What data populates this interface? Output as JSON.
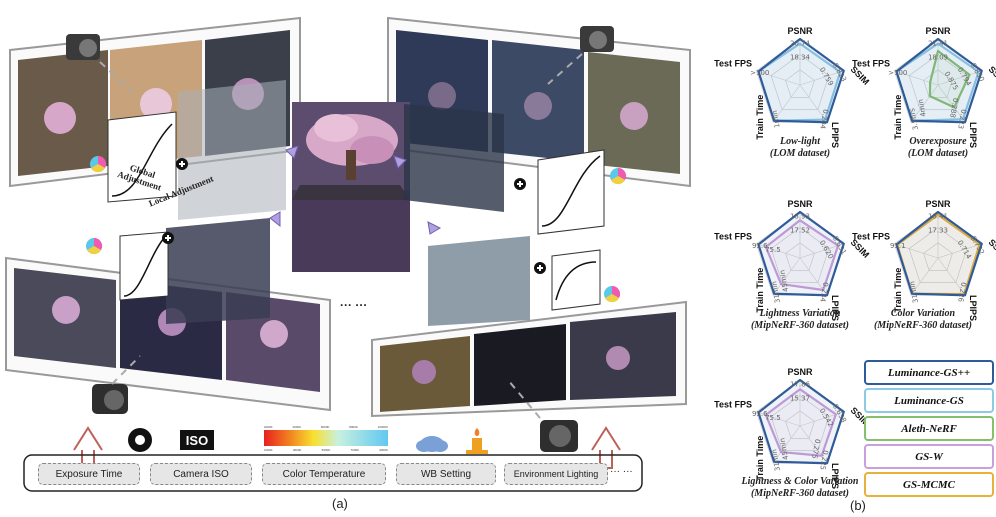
{
  "panel_a": {
    "label": "(a)",
    "annotations": {
      "global": "Global Adjustment",
      "local": "Local Adjustment",
      "ellipsis": "··· ···"
    },
    "factors": [
      "Exposure Time",
      "Camera ISO",
      "Color Temperature",
      "WB Setting",
      "Environment Lighting"
    ],
    "factors_more": "··· ···",
    "iso_label": "ISO",
    "colorbar_ticks_top": [
      "2000K",
      "4000K",
      "6000K",
      "8000K",
      "10000K"
    ],
    "colorbar_ticks_bottom": [
      "1000K",
      "3000K",
      "5000K",
      "7000K",
      "9000K"
    ]
  },
  "panel_b": {
    "label": "(b)",
    "axes": [
      "PSNR",
      "SSIM",
      "LPIPS",
      "Train Time",
      "Test FPS"
    ]
  },
  "legend": [
    {
      "name": "Luminance-GS++",
      "color": "#2f5b9a"
    },
    {
      "name": "Luminance-GS",
      "color": "#8ec9e6"
    },
    {
      "name": "Aleth-NeRF",
      "color": "#86c06c"
    },
    {
      "name": "GS-W",
      "color": "#c9a0dc"
    },
    {
      "name": "GS-MCMC",
      "color": "#e8b13b"
    }
  ],
  "chart_data": [
    {
      "type": "radar",
      "title": "Low-light (LOM dataset)",
      "title_lines": [
        "Low-light",
        "(LOM dataset)"
      ],
      "axes": [
        "PSNR",
        "SSIM",
        "LPIPS",
        "Train Time",
        "Test FPS"
      ],
      "tick_labels": {
        "PSNR": [
          "20.74",
          "18.34"
        ],
        "SSIM": [
          "0.823",
          "0.759"
        ],
        "LPIPS": [
          "0.204"
        ],
        "Train Time": [
          "1min"
        ],
        "Test FPS": [
          ">100"
        ]
      },
      "series": [
        {
          "name": "Luminance-GS++",
          "values": [
            1.0,
            1.0,
            1.0,
            0.96,
            0.95
          ]
        },
        {
          "name": "Luminance-GS",
          "values": [
            0.9,
            0.92,
            0.93,
            0.96,
            0.95
          ]
        }
      ]
    },
    {
      "type": "radar",
      "title": "Overexposure (LOM dataset)",
      "title_lines": [
        "Overexposure",
        "(LOM dataset)"
      ],
      "axes": [
        "PSNR",
        "SSIM",
        "LPIPS",
        "Train Time",
        "Test FPS"
      ],
      "tick_labels": {
        "PSNR": [
          "21.41",
          "18.09"
        ],
        "SSIM": [
          "0.850",
          "0.794",
          "0.875"
        ],
        "LPIPS": [
          "0.223",
          "0.288"
        ],
        "Train Time": [
          "3.5hrs",
          "4min"
        ],
        "Test FPS": [
          ">100"
        ]
      },
      "series": [
        {
          "name": "Luminance-GS++",
          "values": [
            1.0,
            1.0,
            1.0,
            0.96,
            0.95
          ]
        },
        {
          "name": "Luminance-GS",
          "values": [
            0.9,
            0.93,
            0.92,
            0.96,
            0.95
          ]
        },
        {
          "name": "Aleth-NeRF",
          "values": [
            0.74,
            0.72,
            0.6,
            0.3,
            0.18
          ]
        }
      ]
    },
    {
      "type": "radar",
      "title": "Lightness Variation (MipNeRF-360 dataset)",
      "title_lines": [
        "Lightness Variation",
        "(MipNeRF-360 dataset)"
      ],
      "axes": [
        "PSNR",
        "SSIM",
        "LPIPS",
        "Train Time",
        "Test FPS"
      ],
      "tick_labels": {
        "PSNR": [
          "18.93",
          "17.52"
        ],
        "SSIM": [
          "0.631",
          "0.620"
        ],
        "LPIPS": [
          "0.234"
        ],
        "Train Time": [
          "31min",
          "45min"
        ],
        "Test FPS": [
          "93.6",
          "75.5"
        ]
      },
      "series": [
        {
          "name": "Luminance-GS++",
          "values": [
            1.0,
            1.0,
            1.0,
            0.96,
            0.95
          ]
        },
        {
          "name": "GS-W",
          "values": [
            0.82,
            0.87,
            0.86,
            0.7,
            0.78
          ]
        }
      ]
    },
    {
      "type": "radar",
      "title": "Color Variation (MipNeRF-360 dataset)",
      "title_lines": [
        "Color Variation",
        "(MipNeRF-360 dataset)"
      ],
      "axes": [
        "PSNR",
        "SSIM",
        "LPIPS",
        "Train Time",
        "Test FPS"
      ],
      "tick_labels": {
        "PSNR": [
          "18.41",
          "17.33"
        ],
        "SSIM": [
          "0.732",
          "0.714"
        ],
        "LPIPS": [
          "0.226"
        ],
        "Train Time": [
          "31min"
        ],
        "Test FPS": [
          "93.1"
        ]
      },
      "series": [
        {
          "name": "Luminance-GS++",
          "values": [
            1.0,
            1.0,
            1.0,
            0.96,
            0.95
          ]
        },
        {
          "name": "GS-MCMC",
          "values": [
            0.94,
            0.95,
            0.97,
            0.96,
            0.93
          ]
        }
      ]
    },
    {
      "type": "radar",
      "title": "Lightness & Color Variation (MipNeRF-360 dataset)",
      "title_lines": [
        "Lightness & Color Variation",
        "(MipNeRF-360 dataset)"
      ],
      "axes": [
        "PSNR",
        "SSIM",
        "LPIPS",
        "Train Time",
        "Test FPS"
      ],
      "tick_labels": {
        "PSNR": [
          "17.86",
          "15.37"
        ],
        "SSIM": [
          "0.638",
          "0.542"
        ],
        "LPIPS": [
          "0.225",
          "0.275"
        ],
        "Train Time": [
          "31min",
          "45min"
        ],
        "Test FPS": [
          "93.6",
          "75.5"
        ]
      },
      "series": [
        {
          "name": "Luminance-GS++",
          "values": [
            1.0,
            1.0,
            1.0,
            0.96,
            0.95
          ]
        },
        {
          "name": "GS-W",
          "values": [
            0.8,
            0.82,
            0.8,
            0.7,
            0.78
          ]
        }
      ]
    }
  ]
}
